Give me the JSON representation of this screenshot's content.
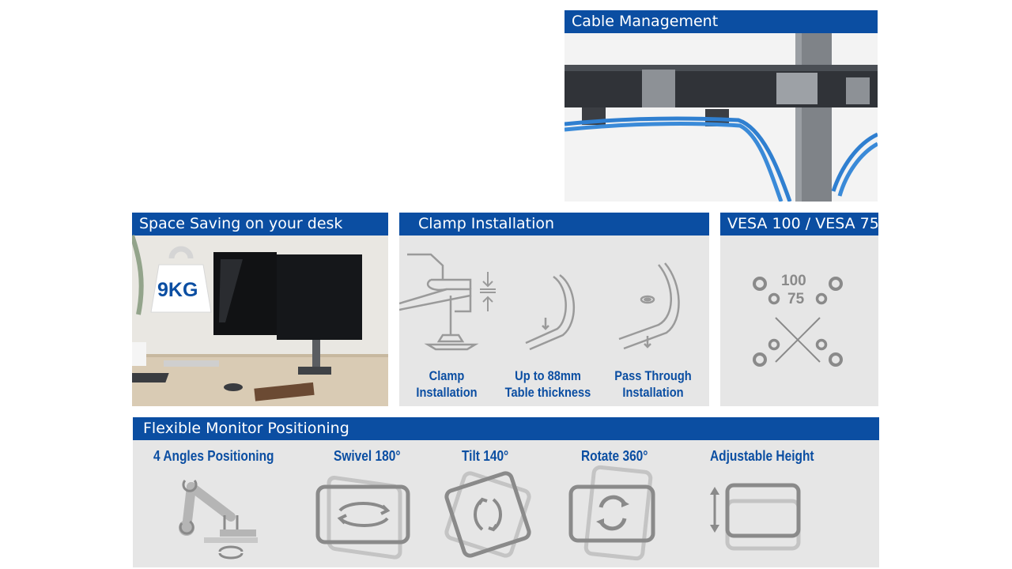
{
  "cable_management": {
    "title": "Cable Management"
  },
  "space_saving": {
    "title": "Space Saving on your desk",
    "weight_badge": "9KG"
  },
  "clamp": {
    "title": "Clamp Installation",
    "items": [
      {
        "line1": "Clamp",
        "line2": "Installation"
      },
      {
        "line1": "Up to 88mm",
        "line2": "Table thickness"
      },
      {
        "line1": "Pass Through",
        "line2": "Installation"
      }
    ]
  },
  "vesa": {
    "title": "VESA 100 / VESA 75",
    "outer": "100",
    "inner": "75"
  },
  "flexible": {
    "title": "Flexible Monitor Positioning",
    "items": [
      {
        "label": "4 Angles Positioning",
        "icon": "arm-angles-icon"
      },
      {
        "label": "Swivel 180°",
        "icon": "swivel-icon"
      },
      {
        "label": "Tilt 140°",
        "icon": "tilt-icon"
      },
      {
        "label": "Rotate 360°",
        "icon": "rotate-icon"
      },
      {
        "label": "Adjustable Height",
        "icon": "height-icon"
      }
    ]
  },
  "colors": {
    "brand_blue": "#0b4ea2",
    "panel_gray": "#e6e6e6",
    "icon_gray": "#8a8a8a",
    "cable_blue": "#2f7fd0"
  }
}
